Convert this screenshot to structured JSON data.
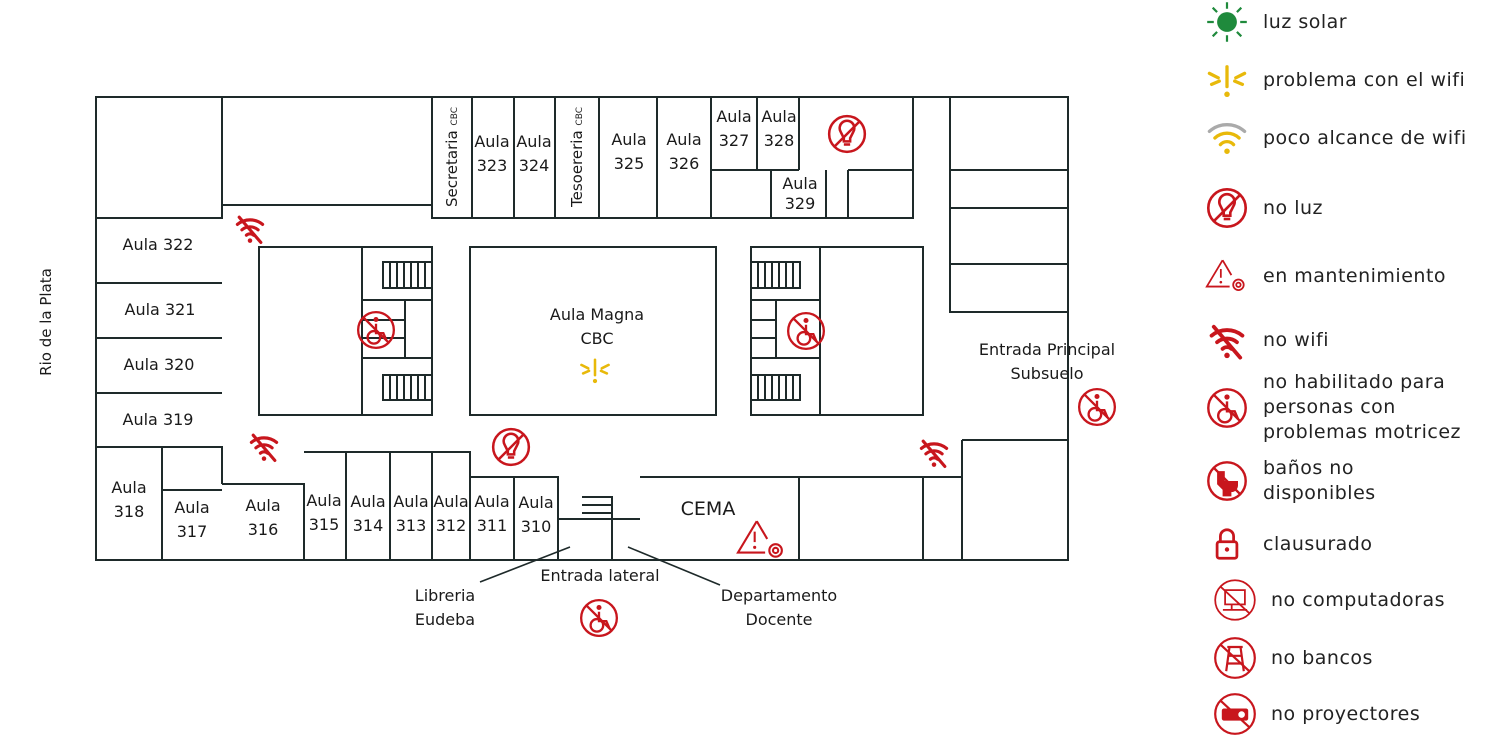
{
  "colors": {
    "red": "#c8161d",
    "green": "#1f8a3c",
    "yellow": "#e8b90a",
    "wall": "#1e2a2a"
  },
  "street_label": "Rio de la Plata",
  "rooms": {
    "r322": "Aula 322",
    "r321": "Aula 321",
    "r320": "Aula 320",
    "r319": "Aula 319",
    "r318a": "Aula",
    "r318b": "318",
    "r317a": "Aula",
    "r317b": "317",
    "r316a": "Aula",
    "r316b": "316",
    "r315a": "Aula",
    "r315b": "315",
    "r314a": "Aula",
    "r314b": "314",
    "r313a": "Aula",
    "r313b": "313",
    "r312a": "Aula",
    "r312b": "312",
    "r311a": "Aula",
    "r311b": "311",
    "r310a": "Aula",
    "r310b": "310",
    "r323a": "Aula",
    "r323b": "323",
    "r324a": "Aula",
    "r324b": "324",
    "r325a": "Aula",
    "r325b": "325",
    "r326a": "Aula",
    "r326b": "326",
    "r327a": "Aula",
    "r327b": "327",
    "r328a": "Aula",
    "r328b": "328",
    "r329a": "Aula",
    "r329b": "329",
    "secretaria": "Secretaria",
    "secretaria_sub": "CBC",
    "tesoreria": "Tesoereria",
    "tesoreria_sub": "CBC",
    "magna_a": "Aula Magna",
    "magna_b": "CBC",
    "cema": "CEMA"
  },
  "labels": {
    "entrada_principal_a": "Entrada Principal",
    "entrada_principal_b": "Subsuelo",
    "entrada_lateral": "Entrada lateral",
    "libreria_a": "Libreria",
    "libreria_b": "Eudeba",
    "departamento_a": "Departamento",
    "departamento_b": "Docente"
  },
  "legend": [
    {
      "icon": "sun",
      "label": "luz solar"
    },
    {
      "icon": "wifi-problem",
      "label": "problema con el wifi"
    },
    {
      "icon": "wifi-weak",
      "label": "poco alcance de wifi"
    },
    {
      "icon": "no-light",
      "label": "no luz"
    },
    {
      "icon": "maintenance",
      "label": "en mantenimiento"
    },
    {
      "icon": "no-wifi",
      "label": "no wifi"
    },
    {
      "icon": "no-accessible",
      "label": "no habilitado para personas con problemas motricez"
    },
    {
      "icon": "no-toilet",
      "label": "baños no disponibles"
    },
    {
      "icon": "lock",
      "label": "clausurado"
    },
    {
      "icon": "no-computer",
      "label": "no computadoras"
    },
    {
      "icon": "no-bench",
      "label": "no bancos"
    },
    {
      "icon": "no-projector",
      "label": "no proyectores"
    }
  ]
}
